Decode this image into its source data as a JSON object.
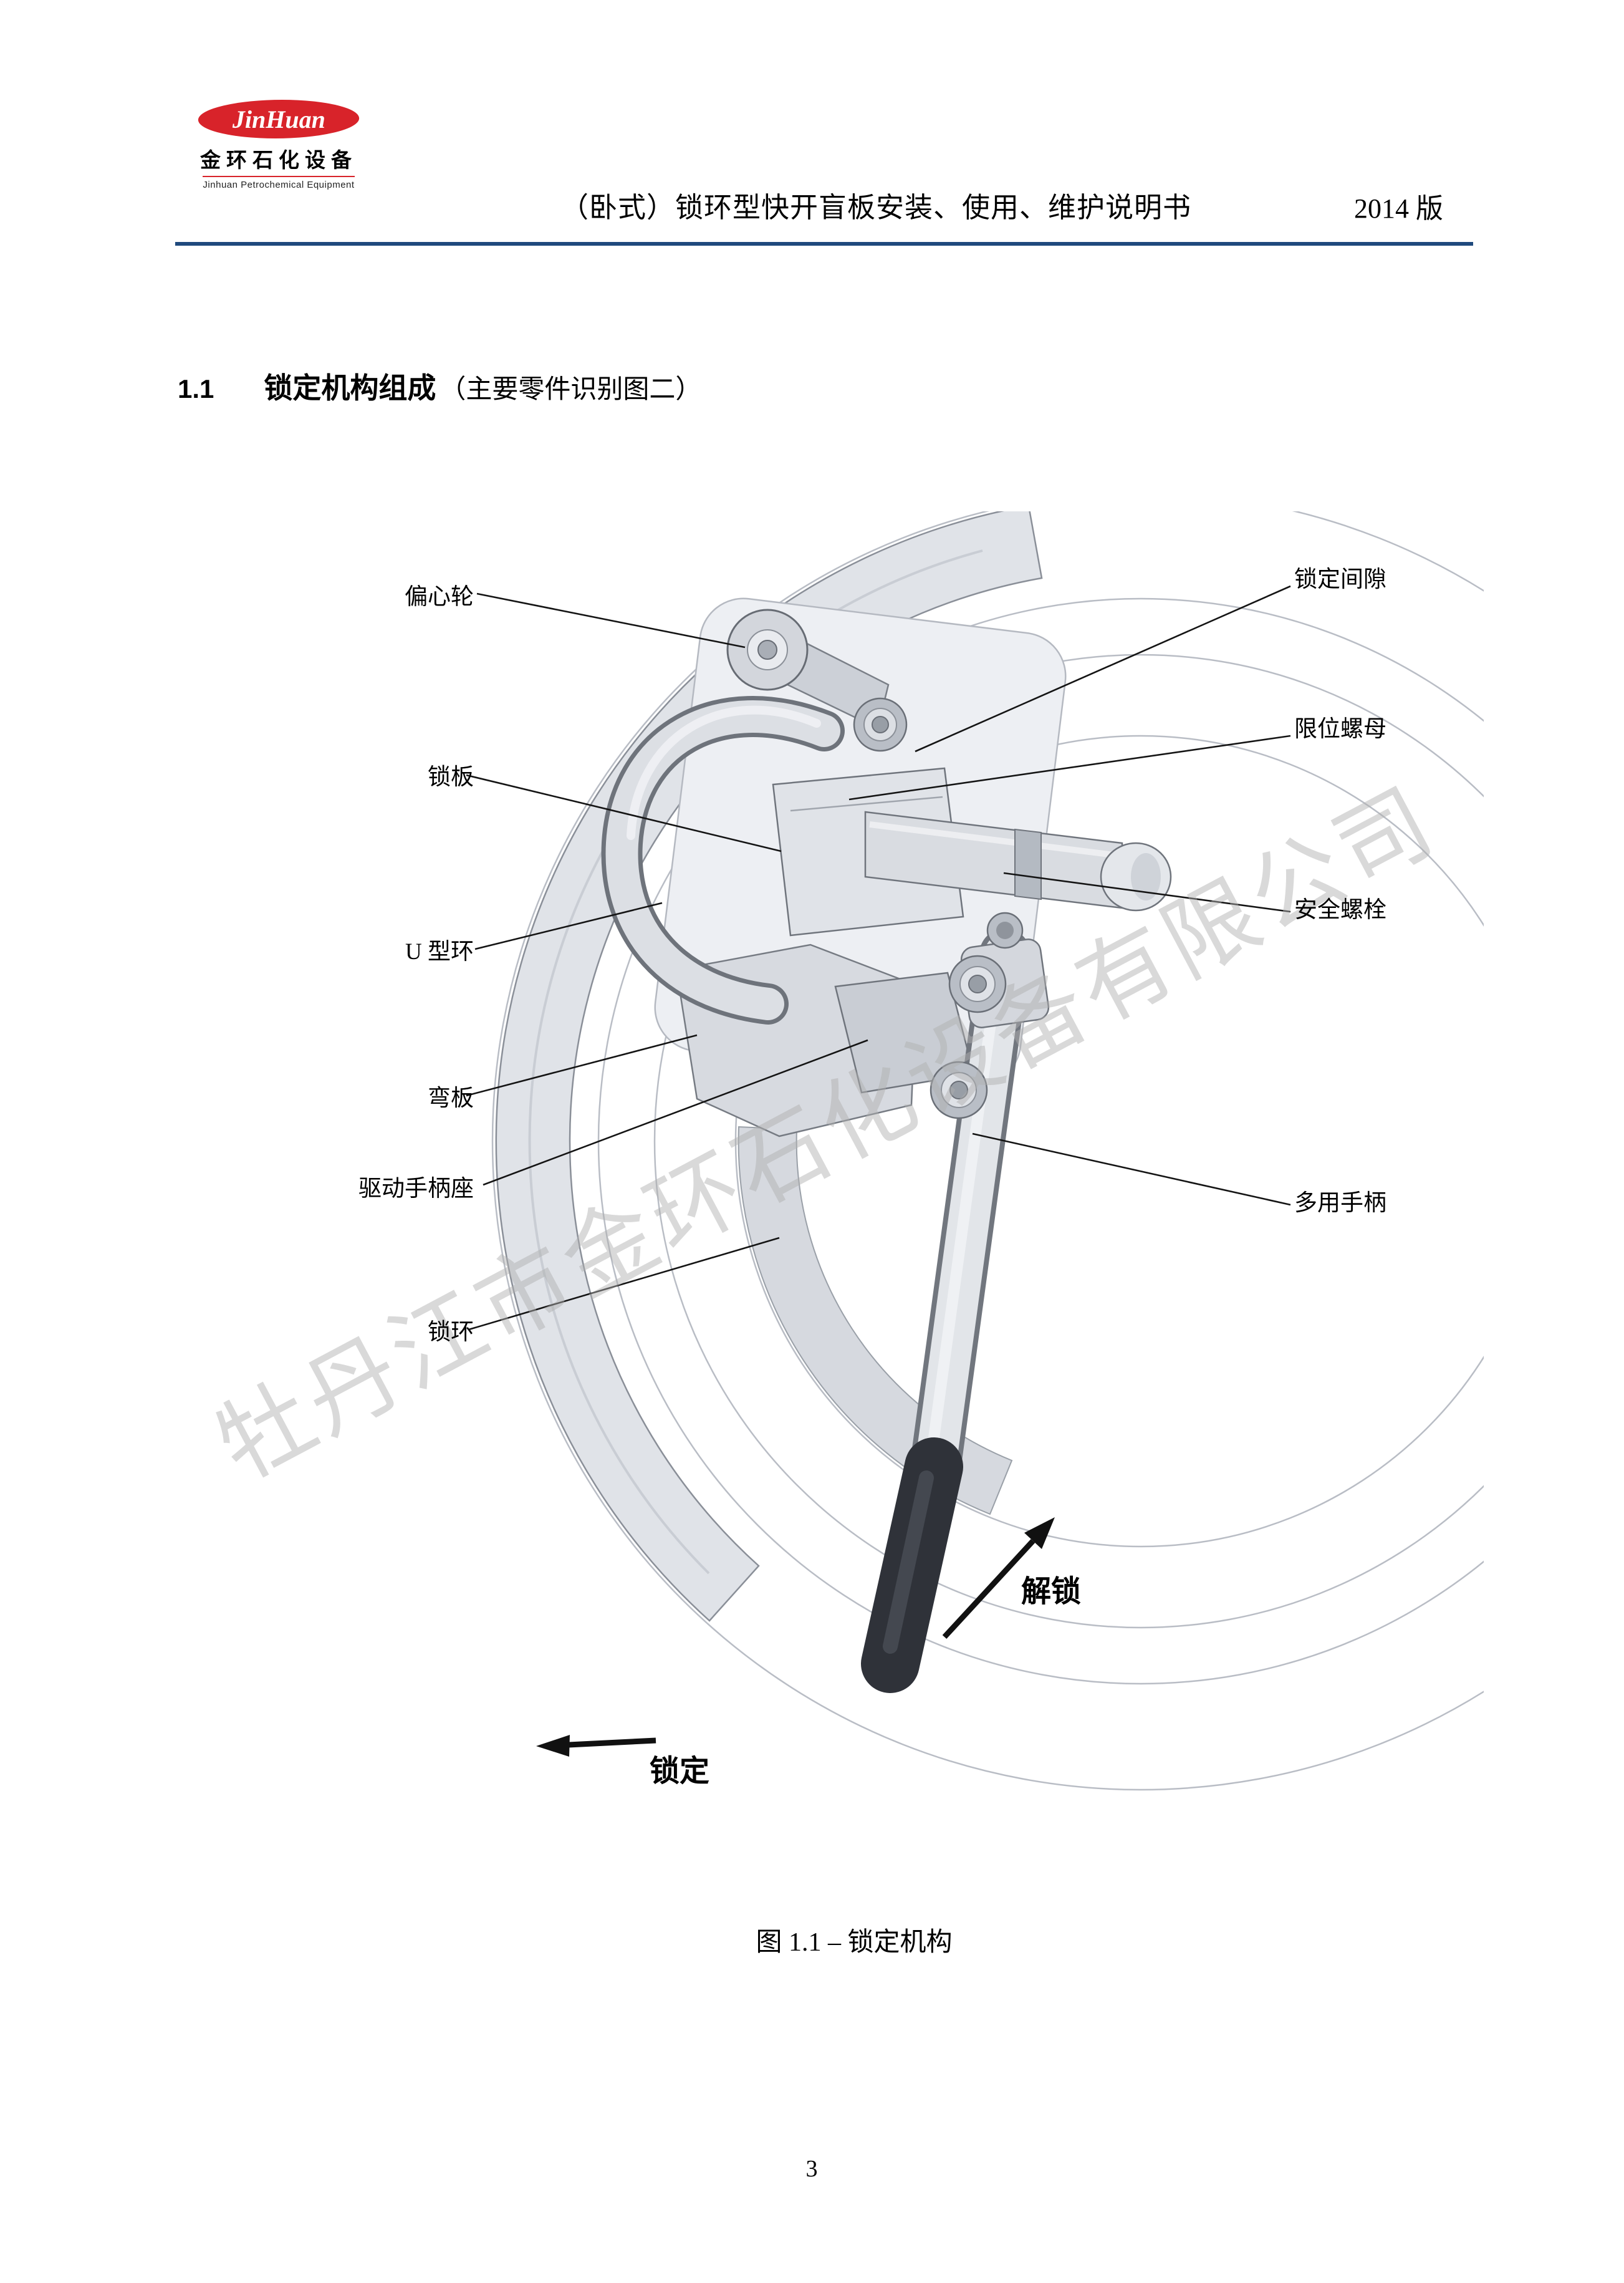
{
  "header": {
    "logo": {
      "script": "JinHuan",
      "cn": "金环石化设备",
      "en": "Jinhuan Petrochemical Equipment"
    },
    "title": "（卧式）锁环型快开盲板安装、使用、维护说明书",
    "edition": "2014 版"
  },
  "section": {
    "number": "1.1",
    "title": "锁定机构组成",
    "subtitle": "（主要零件识别图二）"
  },
  "figure": {
    "watermark": "牡丹江市金环石化设备有限公司",
    "caption": "图 1.1 – 锁定机构",
    "labels_left": [
      "偏心轮",
      "锁板",
      "U 型环",
      "弯板",
      "驱动手柄座",
      "锁环"
    ],
    "labels_right": [
      "锁定间隙",
      "限位螺母",
      "安全螺栓",
      "多用手柄"
    ],
    "arrow_unlock": "解锁",
    "arrow_lock": "锁定"
  },
  "footer": {
    "page_number": "3"
  },
  "colors": {
    "header_rule": "#1F497D",
    "logo_red": "#D8232A"
  }
}
